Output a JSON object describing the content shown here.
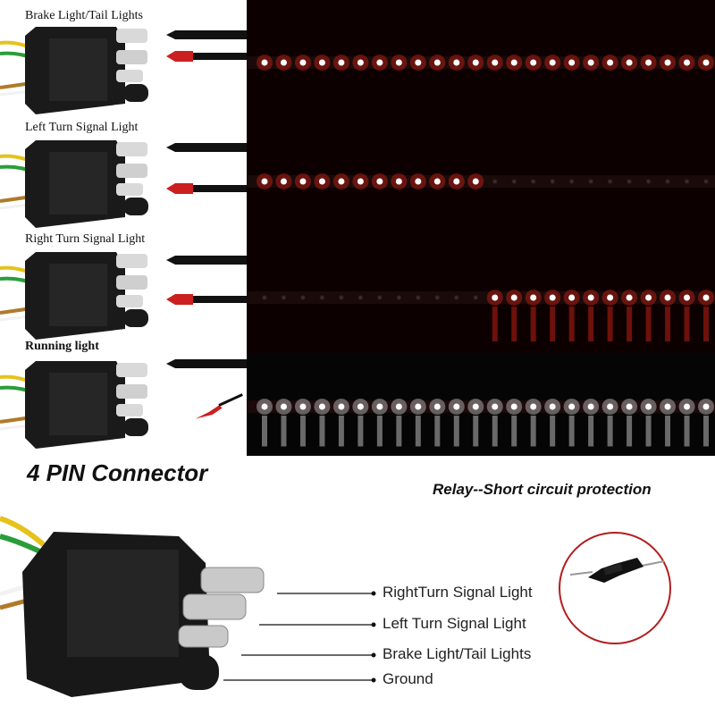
{
  "panels": [
    {
      "label": "Brake Light/Tail Lights",
      "led_color": "#ff2a1a",
      "mode": "full"
    },
    {
      "label": "Left Turn Signal Light",
      "led_color": "#ff2a1a",
      "mode": "left-half"
    },
    {
      "label": "Right Turn Signal Light",
      "led_color": "#ff2a1a",
      "mode": "right-half"
    },
    {
      "label": "Running light",
      "led_color": "#ffffff",
      "mode": "full"
    }
  ],
  "connector": {
    "title": "4 PIN Connector",
    "pins": [
      "RightTurn Signal Light",
      "Left Turn Signal Light",
      "Brake Light/Tail Lights",
      "Ground"
    ]
  },
  "relay": {
    "title": "Relay--Short circuit protection",
    "icon": "relay-fuse-holder-icon"
  },
  "colors": {
    "red_wire": "#cc1f1f",
    "black_wire": "#111111",
    "green_wire": "#2a9d3a",
    "yellow_wire": "#e6c21a",
    "brown_wire": "#b07a2a",
    "led_red": "#ff2a1a",
    "led_white": "#ffffff",
    "strip_bg": "#0d0000"
  }
}
